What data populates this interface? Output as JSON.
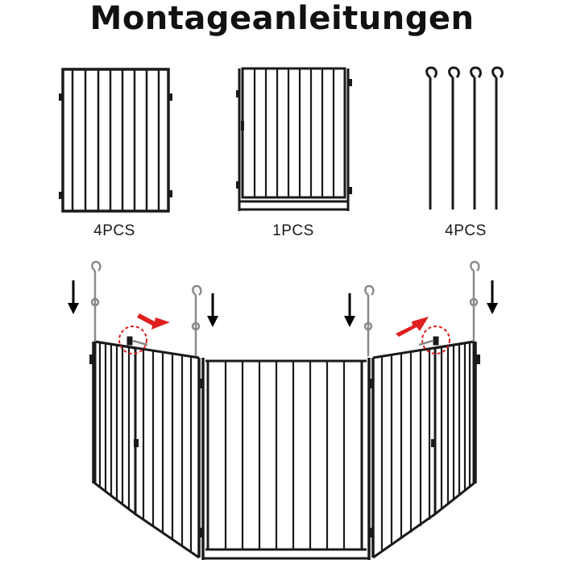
{
  "title": "Montageanleitungen",
  "parts": [
    {
      "name": "panel",
      "count_label": "4PCS"
    },
    {
      "name": "gate-panel",
      "count_label": "1PCS"
    },
    {
      "name": "hook-pin",
      "count_label": "4PCS"
    }
  ],
  "colors": {
    "frame": "#1a1a1a",
    "pin": "#8a8a8a",
    "arrow_down": "#000000",
    "arrow_red": "#e02020",
    "marker": "#e02020"
  }
}
